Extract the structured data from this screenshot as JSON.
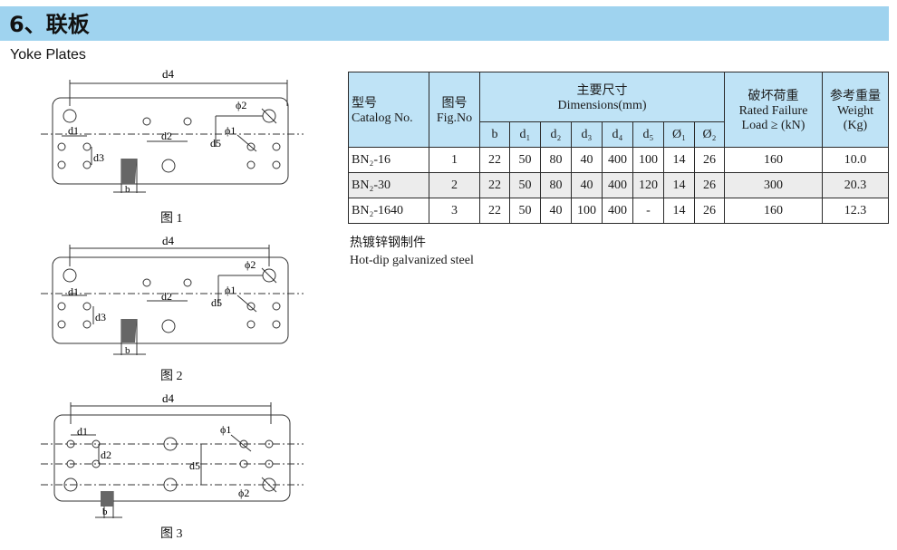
{
  "header": {
    "title": "6、联板",
    "subtitle": "Yoke Plates"
  },
  "figures": {
    "fig1": {
      "caption": "图 1",
      "d4": "d4",
      "d1": "d1",
      "d2": "d2",
      "d3": "d3",
      "d5": "d5",
      "phi1": "ϕ1",
      "phi2": "ϕ2",
      "b": "b"
    },
    "fig2": {
      "caption": "图 2",
      "d4": "d4",
      "d1": "d1",
      "d2": "d2",
      "d3": "d3",
      "d5": "d5",
      "phi1": "ϕ1",
      "phi2": "ϕ2",
      "b": "b"
    },
    "fig3": {
      "caption": "图 3",
      "d4": "d4",
      "d1": "d1",
      "d2": "d2",
      "d5": "d5",
      "phi1": "ϕ1",
      "phi2": "ϕ2",
      "b": "b"
    }
  },
  "table": {
    "h_type_cn": "型号",
    "h_type_en": "Catalog No.",
    "h_fig_cn": "图号",
    "h_fig_en": "Fig.No",
    "h_dim_cn": "主要尺寸",
    "h_dim_en": "Dimensions(mm)",
    "h_load_cn": "破坏荷重",
    "h_load_en1": "Rated Failure",
    "h_load_en2": "Load ≥ (kN)",
    "h_weight_cn": "参考重量",
    "h_weight_en1": "Weight",
    "h_weight_en2": "(Kg)",
    "cols": [
      "b",
      "d₁",
      "d₂",
      "d₃",
      "d₄",
      "d₅",
      "Ø₁",
      "Ø₂"
    ],
    "rows": [
      {
        "type": "BN₂-16",
        "fig": "1",
        "vals": [
          "22",
          "50",
          "80",
          "40",
          "400",
          "100",
          "14",
          "26"
        ],
        "load": "160",
        "weight": "10.0"
      },
      {
        "type": "BN₂-30",
        "fig": "2",
        "vals": [
          "22",
          "50",
          "80",
          "40",
          "400",
          "120",
          "14",
          "26"
        ],
        "load": "300",
        "weight": "20.3"
      },
      {
        "type": "BN₂-1640",
        "fig": "3",
        "vals": [
          "22",
          "50",
          "40",
          "100",
          "400",
          "-",
          "14",
          "26"
        ],
        "load": "160",
        "weight": "12.3"
      }
    ]
  },
  "notes": {
    "cn": "热镀锌钢制件",
    "en": "Hot-dip galvanized steel"
  }
}
